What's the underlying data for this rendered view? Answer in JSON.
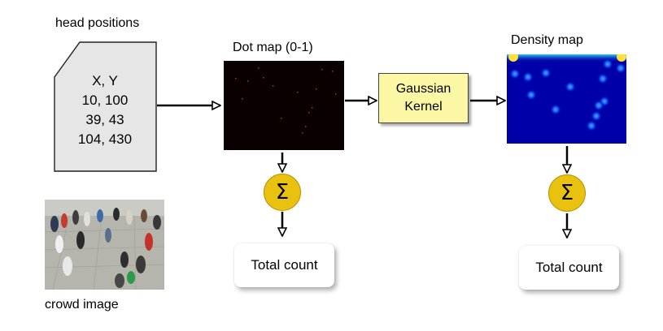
{
  "labels": {
    "head_positions": "head positions",
    "dot_map": "Dot map (0-1)",
    "density_map": "Density map",
    "crowd_image": "crowd image"
  },
  "coordinates": {
    "header": "X,   Y",
    "rows": [
      "10,  100",
      "39,  43",
      "104, 430"
    ]
  },
  "kernel": {
    "line1": "Gaussian",
    "line2": "Kernel"
  },
  "sum_symbol": "Σ",
  "outputs": {
    "dot_total": "Total count",
    "density_total": "Total count"
  },
  "colors": {
    "dot_map_bg": "#0b0000",
    "dot_red": "#c1271a",
    "density_bg": "#0000a8",
    "density_blob": "#1a55ff",
    "kernel_fill": "#fbf7a4",
    "sigma_fill": "#e8c20e",
    "document_fill": "#e6e6e6"
  }
}
